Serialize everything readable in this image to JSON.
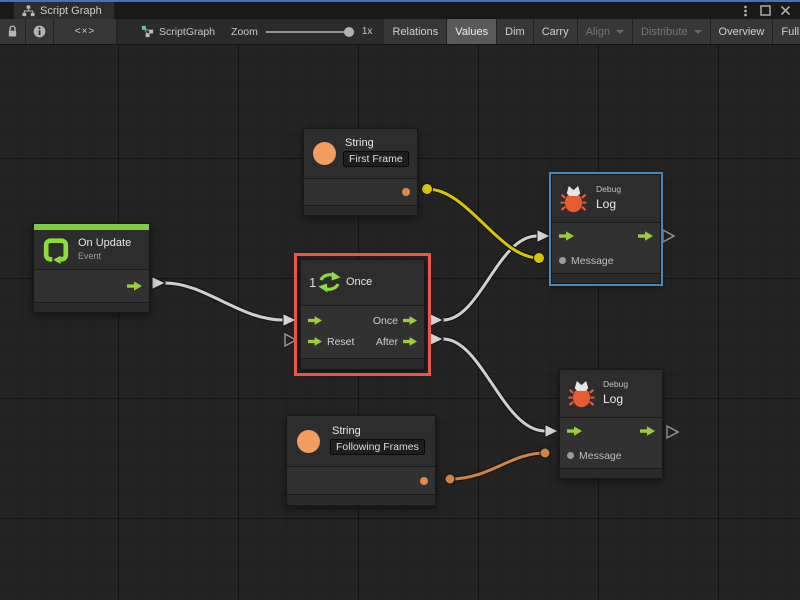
{
  "window": {
    "tab_title": "Script Graph",
    "controls": {
      "menu": "kebab-menu",
      "maximize": "maximize",
      "close": "close"
    }
  },
  "toolbar": {
    "code_toggle_label": "<×>",
    "breadcrumb": "ScriptGraph",
    "zoom_label": "Zoom",
    "zoom_value": "1x",
    "buttons": [
      {
        "label": "Relations",
        "state": "normal"
      },
      {
        "label": "Values",
        "state": "active"
      },
      {
        "label": "Dim",
        "state": "normal"
      },
      {
        "label": "Carry",
        "state": "normal"
      },
      {
        "label": "Align",
        "state": "disabled",
        "dropdown": true
      },
      {
        "label": "Distribute",
        "state": "disabled",
        "dropdown": true
      },
      {
        "label": "Overview",
        "state": "normal"
      },
      {
        "label": "Full Screen",
        "state": "normal"
      }
    ]
  },
  "nodes": {
    "string_first": {
      "title": "String",
      "value": "First Frame"
    },
    "on_update": {
      "title": "On Update",
      "subtitle": "Event"
    },
    "once": {
      "badge": "1",
      "title": "Once",
      "port_once": "Once",
      "port_reset": "Reset",
      "port_after": "After",
      "selected": true
    },
    "debug_top": {
      "surtitle": "Debug",
      "title": "Log",
      "port_message": "Message",
      "highlighted": true
    },
    "debug_bottom": {
      "surtitle": "Debug",
      "title": "Log",
      "port_message": "Message"
    },
    "string_following": {
      "title": "String",
      "value": "Following Frames"
    }
  },
  "edges": [
    {
      "from": "on_update.output",
      "to": "once.enter",
      "color": "#cfcfcf",
      "type": "flow"
    },
    {
      "from": "once.once",
      "to": "debug_top.enter",
      "color": "#cfcfcf",
      "type": "flow"
    },
    {
      "from": "once.after",
      "to": "debug_bottom.enter",
      "color": "#cfcfcf",
      "type": "flow"
    },
    {
      "from": "string_first.output",
      "to": "debug_top.message",
      "color": "#d8c50a",
      "type": "value"
    },
    {
      "from": "string_following.output",
      "to": "debug_bottom.message",
      "color": "#d08344",
      "type": "value"
    }
  ],
  "colors": {
    "flow_green": "#9ccc3c",
    "event_green": "#7ecb44",
    "selection_red": "#e8574b",
    "selection_blue": "#4a86b8",
    "value_yellow": "#d8c50a",
    "value_orange": "#d08344",
    "bug_orange": "#e85c35",
    "string_icon_orange": "#f29c60",
    "canvas_bg": "#232323"
  }
}
